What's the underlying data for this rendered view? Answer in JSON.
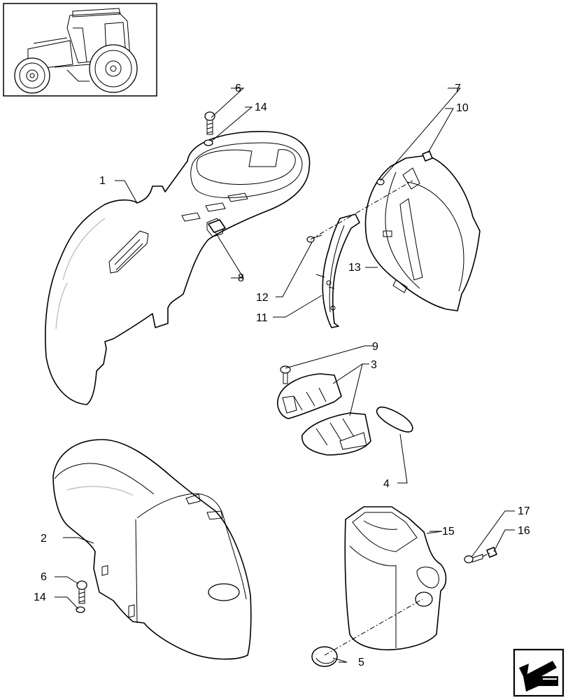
{
  "callouts": [
    {
      "id": "c1",
      "text": "1"
    },
    {
      "id": "c2",
      "text": "2"
    },
    {
      "id": "c3",
      "text": "3"
    },
    {
      "id": "c4",
      "text": "4"
    },
    {
      "id": "c5",
      "text": "5"
    },
    {
      "id": "c6a",
      "text": "6"
    },
    {
      "id": "c6b",
      "text": "6"
    },
    {
      "id": "c7",
      "text": "7"
    },
    {
      "id": "c8",
      "text": "8"
    },
    {
      "id": "c9",
      "text": "9"
    },
    {
      "id": "c10",
      "text": "10"
    },
    {
      "id": "c11",
      "text": "11"
    },
    {
      "id": "c12",
      "text": "12"
    },
    {
      "id": "c13",
      "text": "13"
    },
    {
      "id": "c14a",
      "text": "14"
    },
    {
      "id": "c14b",
      "text": "14"
    },
    {
      "id": "c15",
      "text": "15"
    },
    {
      "id": "c16",
      "text": "16"
    },
    {
      "id": "c17",
      "text": "17"
    }
  ],
  "icons": {
    "thumbnail": "tractor-icon",
    "navigation": "back-arrow-icon"
  }
}
